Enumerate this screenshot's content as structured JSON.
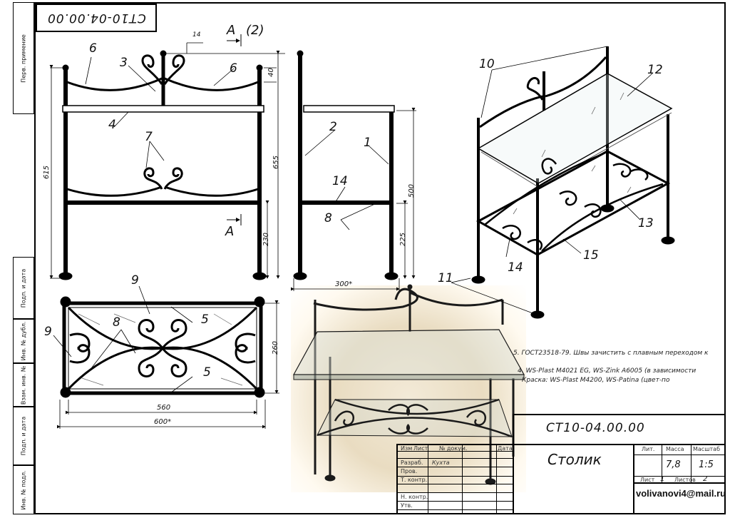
{
  "sidebar": {
    "perv_primenenie": "Перв. примение",
    "podp_data_1": "Подп. и дата",
    "inv_dubl": "Инв. № дубл.",
    "vzam_inv": "Взам. инв. №",
    "podp_data_2": "Подп. и дата",
    "inv_podl": "Инв. № подл."
  },
  "header": {
    "rotated_code": "СТ10-04.00.00"
  },
  "section": {
    "label_top": "А",
    "label_top_suffix": "(2)",
    "label_bottom": "А"
  },
  "callouts": {
    "front": [
      "6",
      "3",
      "6",
      "4",
      "7"
    ],
    "side": [
      "2",
      "1",
      "14",
      "8"
    ],
    "plan": [
      "9",
      "8",
      "5",
      "9",
      "5"
    ],
    "iso": [
      "10",
      "12",
      "13",
      "14",
      "15",
      "11"
    ]
  },
  "dimensions": {
    "front_height": "615",
    "front_top": "40",
    "front_total": "655",
    "front_lower": "230",
    "small_14": "14",
    "side_height": "500",
    "side_lower": "225",
    "side_width": "300*",
    "plan_depth": "260",
    "plan_inner": "560",
    "plan_outer": "600*"
  },
  "notes": {
    "line1": "5. ГОСТ23518-79. Швы зачистить с плавным переходом к",
    "line2": "4. WS-Plast M4021 EG, WS-Zink A6005 (в зависимости",
    "line3": "Краска: WS-Plast M4200, WS-Patina (цвет-по"
  },
  "title_block": {
    "code": "СТ10-04.00.00",
    "name": "Столик",
    "lit_label": "Лит.",
    "massa_label": "Масса",
    "masshtab_label": "Масштаб",
    "massa": "7,8",
    "masshtab": "1:5",
    "list_label": "Лист",
    "list_value": "1",
    "listov_label": "Листов",
    "listov_value": "2",
    "izm": "Изм",
    "list_col": "Лист",
    "n_dokum": "№ докум.",
    "data": "Дата",
    "razrab": "Разраб.",
    "razrab_name": "Кухта",
    "prov": "Пров.",
    "t_kontr": "Т. контр.",
    "n_kontr": "Н. контр.",
    "utv": "Утв.",
    "author_email": "volivanovi4@mail.ru"
  }
}
